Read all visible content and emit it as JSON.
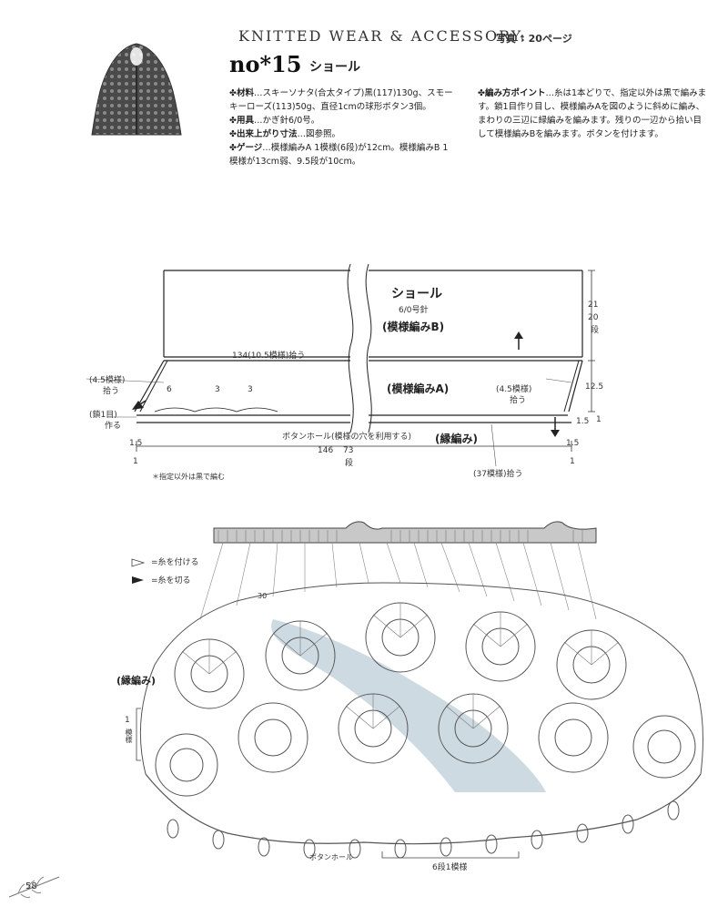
{
  "header": {
    "series": "KNITTED WEAR & ACCESSORY.",
    "photo_ref": "写真 ☨ 20ページ",
    "no": "no*15",
    "title": "ショール"
  },
  "info_left": [
    {
      "label": "✤材料",
      "text": "…スキーソナタ(合太タイプ)黒(117)130g、スモーキーローズ(113)50g、直径1cmの球形ボタン3個。"
    },
    {
      "label": "✤用具",
      "text": "…かぎ針6/0号。"
    },
    {
      "label": "✤出来上がり寸法",
      "text": "…図参照。"
    },
    {
      "label": "✤ゲージ",
      "text": "…模様編みA 1模様(6段)が12cm。模様編みB 1模様が13cm弱、9.5段が10cm。"
    }
  ],
  "info_right": {
    "label": "✤編み方ポイント",
    "text": "…糸は1本どりで、指定以外は黒で編みます。鎖1目作り目し、模様編みAを図のように斜めに編み、まわりの三辺に緑編みを編みます。残りの一辺から拾い目して模様編みBを編みます。ボタンを付けます。"
  },
  "schematic": {
    "shawl_label": "ショール",
    "needle": "6/0号針",
    "pattern_b": "(模様編みB)",
    "pattern_a": "(模様編みA)",
    "edging": "(縁編み)",
    "pickup_top": "134(10.5模様)拾う",
    "left_pick_1": "(4.5模様)",
    "left_pick_2": "拾う",
    "right_pick_1": "(4.5模様)",
    "right_pick_2": "拾う",
    "chain_1": "(鎖1目)",
    "chain_2": "作る",
    "buttonhole": "ボタンホール(模様の穴を利用する)",
    "bottom_pick": "(37模様)拾う",
    "dim_146": "146",
    "dim_73": "73",
    "dim_dan": "段",
    "dim_15": "1.5",
    "dim_1": "1",
    "dim_21": "21",
    "dim_20": "20",
    "dim_125": "12.5",
    "row_6": "6",
    "row_3a": "3",
    "row_3b": "3",
    "note": "＊指定以外は黒で編む"
  },
  "chart": {
    "legend_join": "=糸を付ける",
    "legend_cut": "=糸を切る",
    "edging": "(縁編み)",
    "repeat_1": "1",
    "repeat_2": "模様",
    "buttonhole": "ボタンホール",
    "six_rows": "6段1模様",
    "row_30": "30"
  },
  "page_number": "58"
}
